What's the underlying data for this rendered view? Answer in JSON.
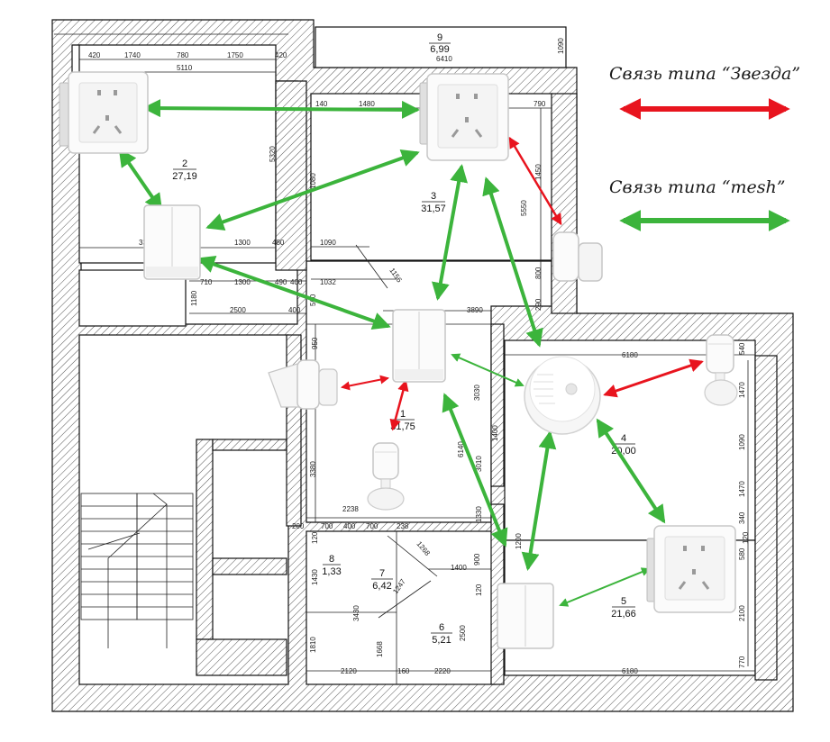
{
  "legend": {
    "star_label": "Связь типа “Звезда”",
    "mesh_label": "Связь типа “mesh”"
  },
  "colors": {
    "star": "#e8141e",
    "mesh": "#3cb43c",
    "wall_hatch": "#555555"
  },
  "rooms": [
    {
      "num": "1",
      "area": "31,75"
    },
    {
      "num": "2",
      "area": "27,19"
    },
    {
      "num": "3",
      "area": "31,57"
    },
    {
      "num": "4",
      "area": "20,00"
    },
    {
      "num": "5",
      "area": "21,66"
    },
    {
      "num": "6",
      "area": "5,21"
    },
    {
      "num": "7",
      "area": "6,42"
    },
    {
      "num": "8",
      "area": "1,33"
    },
    {
      "num": "9",
      "area": "6,99"
    }
  ],
  "dimensions": {
    "top_420a": "420",
    "top_1740": "1740",
    "top_780": "780",
    "top_1750": "1750",
    "top_420b": "420",
    "top_5110": "5110",
    "top_6410": "6410",
    "top_1090": "1090",
    "r3_140": "140",
    "r3_1480": "1480",
    "r3_790": "790",
    "v_5320": "5320",
    "v_1080": "1080",
    "v_5550": "5550",
    "v_1450": "1450",
    "v_800": "800",
    "h_330": "330",
    "h_1300a": "1300",
    "h_480": "480",
    "h_1090": "1090",
    "h_710": "710",
    "h_1300b": "1300",
    "h_490": "490",
    "h_400a": "400",
    "h_1032": "1032",
    "h_1156": "1156",
    "h_2500": "2500",
    "h_400b": "400",
    "v_1180": "1180",
    "v_560": "560",
    "h_3890": "3890",
    "v_290": "290",
    "h_6180a": "6180",
    "v_540": "540",
    "v_1470a": "1470",
    "v_1090b": "1090",
    "v_1470b": "1470",
    "v_340": "340",
    "v_3030": "3030",
    "v_1400": "1400",
    "v_950": "950",
    "v_3380": "3380",
    "v_6140": "6140",
    "v_3010": "3010",
    "v_1330": "1330",
    "h_2238": "2238",
    "h_200": "200",
    "h_700a": "700",
    "h_400c": "400",
    "h_700b": "700",
    "h_238": "238",
    "d_1268": "1268",
    "d_1247": "1247",
    "h_1400": "1400",
    "v_900": "900",
    "v_120a": "120",
    "v_1430": "1430",
    "v_3430": "3430",
    "v_1668": "1668",
    "v_1810": "1810",
    "h_2120": "2120",
    "h_160": "160",
    "h_2220": "2220",
    "v_2500": "2500",
    "v_120b": "120",
    "v_580": "580",
    "v_2100": "2100",
    "v_770": "770",
    "h_6180b": "6180",
    "v_1200": "1200",
    "v_120c": "120"
  }
}
